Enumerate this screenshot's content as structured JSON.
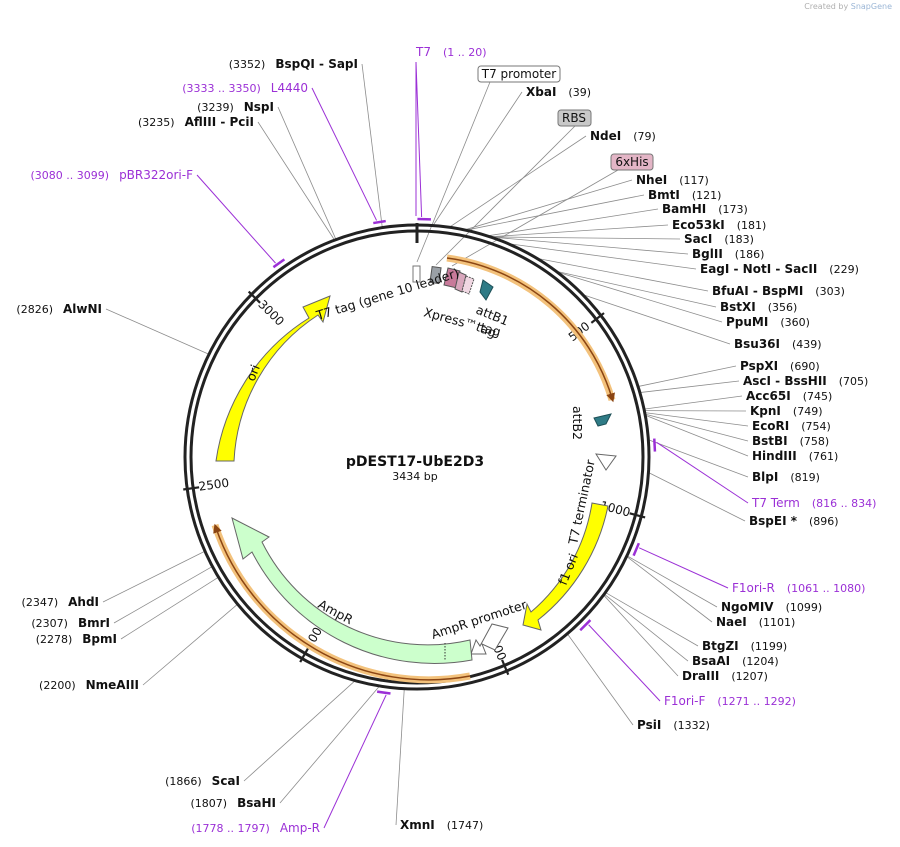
{
  "credit": {
    "prefix": "Created by",
    "brand": "SnapGene"
  },
  "plasmid": {
    "name": "pDEST17-UbE2D3",
    "length_label": "3434 bp",
    "length": 3434
  },
  "ticks": [
    "500",
    "1000",
    "1500",
    "2000",
    "2500",
    "3000"
  ],
  "enzymes": [
    {
      "name": "XbaI",
      "pos": "(39)"
    },
    {
      "name": "NdeI",
      "pos": "(79)"
    },
    {
      "name": "NheI",
      "pos": "(117)"
    },
    {
      "name": "BmtI",
      "pos": "(121)"
    },
    {
      "name": "BamHI",
      "pos": "(173)"
    },
    {
      "name": "Eco53kI",
      "pos": "(181)"
    },
    {
      "name": "SacI",
      "pos": "(183)"
    },
    {
      "name": "BglII",
      "pos": "(186)"
    },
    {
      "name": "EagI  -  NotI  -  SacII",
      "pos": "(229)"
    },
    {
      "name": "BfuAI  -  BspMI",
      "pos": "(303)"
    },
    {
      "name": "BstXI",
      "pos": "(356)"
    },
    {
      "name": "PpuMI",
      "pos": "(360)"
    },
    {
      "name": "Bsu36I",
      "pos": "(439)"
    },
    {
      "name": "PspXI",
      "pos": "(690)"
    },
    {
      "name": "AscI  -  BssHII",
      "pos": "(705)"
    },
    {
      "name": "Acc65I",
      "pos": "(745)"
    },
    {
      "name": "KpnI",
      "pos": "(749)"
    },
    {
      "name": "EcoRI",
      "pos": "(754)"
    },
    {
      "name": "BstBI",
      "pos": "(758)"
    },
    {
      "name": "HindIII",
      "pos": "(761)"
    },
    {
      "name": "BlpI",
      "pos": "(819)"
    },
    {
      "name": "BspEI *",
      "pos": "(896)"
    },
    {
      "name": "NgoMIV",
      "pos": "(1099)"
    },
    {
      "name": "NaeI",
      "pos": "(1101)"
    },
    {
      "name": "BtgZI",
      "pos": "(1199)"
    },
    {
      "name": "BsaAI",
      "pos": "(1204)"
    },
    {
      "name": "DraIII",
      "pos": "(1207)"
    },
    {
      "name": "PsiI",
      "pos": "(1332)"
    },
    {
      "name": "XmnI",
      "pos": "(1747)"
    },
    {
      "name": "BsaHI",
      "pos": "(1807)"
    },
    {
      "name": "ScaI",
      "pos": "(1866)"
    },
    {
      "name": "NmeAIII",
      "pos": "(2200)"
    },
    {
      "name": "BpmI",
      "pos": "(2278)"
    },
    {
      "name": "BmrI",
      "pos": "(2307)"
    },
    {
      "name": "AhdI",
      "pos": "(2347)"
    },
    {
      "name": "AlwNI",
      "pos": "(2826)"
    },
    {
      "name": "AflIII  -  PciI",
      "pos": "(3235)"
    },
    {
      "name": "NspI",
      "pos": "(3239)"
    },
    {
      "name": "BspQI  -  SapI",
      "pos": "(3352)"
    }
  ],
  "primers": [
    {
      "name": "T7",
      "range": "(1 .. 20)"
    },
    {
      "name": "L4440",
      "range": "(3333 .. 3350)"
    },
    {
      "name": "pBR322ori-F",
      "range": "(3080 .. 3099)"
    },
    {
      "name": "T7 Term",
      "range": "(816 .. 834)"
    },
    {
      "name": "F1ori-R",
      "range": "(1061 .. 1080)"
    },
    {
      "name": "F1ori-F",
      "range": "(1271 .. 1292)"
    },
    {
      "name": "Amp-R",
      "range": "(1778 .. 1797)"
    }
  ],
  "boxed_features": [
    {
      "label": "T7 promoter",
      "fill": "#ffffff"
    },
    {
      "label": "RBS",
      "fill": "#c8c8c8"
    },
    {
      "label": "6xHis",
      "fill": "#e3b5c6"
    }
  ],
  "features": {
    "t7_tag": "T7 tag (gene 10 leader)",
    "xpress": "Xpress™ tag",
    "attb1": "attB1",
    "attb2": "attB2",
    "t7_terminator": "T7 terminator",
    "f1_ori": "f1 ori",
    "ampr_promoter": "AmpR promoter",
    "ampr": "AmpR",
    "ori": "ori"
  },
  "colors": {
    "backbone": "#222222",
    "enzyme_line": "#8c8c8c",
    "primer": "#9b30d6",
    "orf_highlight": "#f3c27c",
    "yellow": "#ffff00",
    "green": "#ccffcc",
    "teal": "#2f7b86",
    "pink": "#d9a7bd"
  }
}
